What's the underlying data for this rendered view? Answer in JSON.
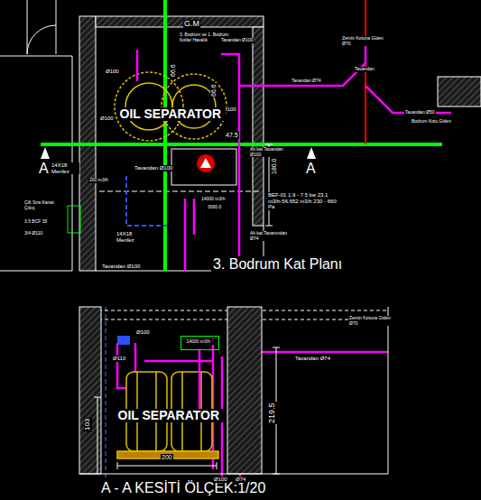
{
  "diagram": {
    "title": "3. Bodrum Kat Planı",
    "caption": "A - A KESİTİ ÖLÇEK:1/20",
    "nodes": [
      {
        "text": [
          "OIL SEPARATOR"
        ]
      },
      {
        "text": [
          "OIL SEPARATOR"
        ]
      },
      {
        "text": [
          "14000 m3/h"
        ]
      }
    ],
    "edges": [
      {
        "from": 1,
        "to": 2,
        "arrow": "none"
      }
    ],
    "labels": [
      "G.M",
      "3. Bodrum ve 1. Bodrum Kotlar Havalık",
      "Tavandan Ø100",
      "Zemin Kotuna Giden Ø70",
      "Tavandan",
      "Tavandan Ø74",
      "Tavandan Ø50",
      "Bodrum Kotu Giden",
      "Ø100",
      "Ø100",
      "66.6",
      "66.6",
      "47.5",
      "180.0",
      "Ø100",
      "A",
      "A",
      "Tavandan Ø100",
      "Alt kat Tavandan Ø100",
      "14X18 Menfez",
      "200 m3/h",
      "Çift Sıra Kanat Çıkış",
      "3.5 BCF 35",
      "3/4 Ø110",
      "14000 m3/h",
      "3060.0",
      "BEF-01 1.9 - 7.5 kw 23.1 m3/h-56.652 m3/h 230 - 660 Pa",
      "Alt kat Tavanından Ø74",
      "14X18 Menfez",
      "Tavandan Ø100",
      "Ø100",
      "Tavandan Ø74",
      "Zemin Kotuna Giden Ø70",
      "Ø110",
      "219.5",
      "103",
      "200",
      "Ø100",
      "Ø74"
    ]
  }
}
